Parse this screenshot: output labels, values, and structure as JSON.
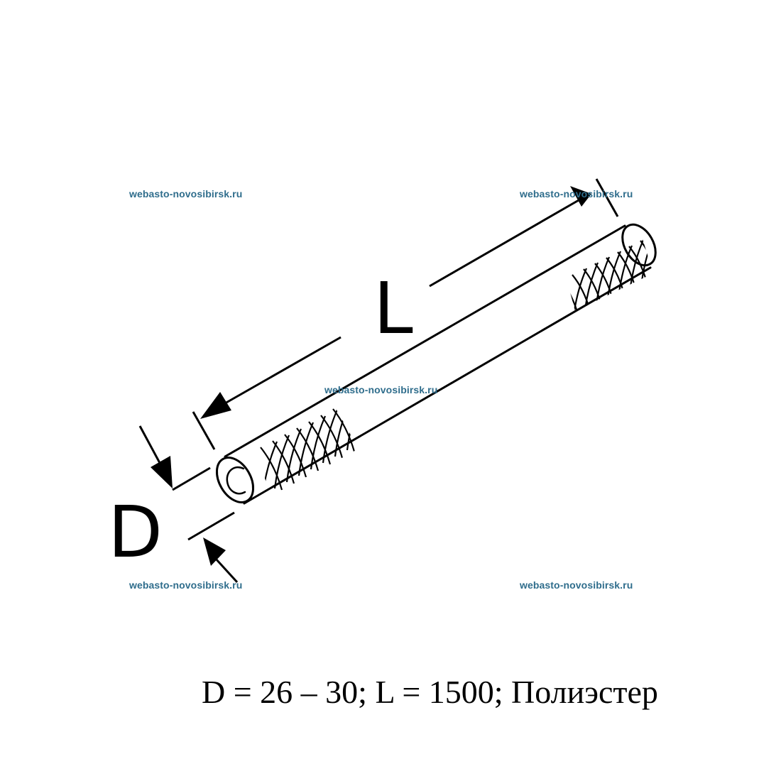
{
  "watermark": {
    "text": "webasto-novosibirsk.ru",
    "color": "#2f6d8c"
  },
  "labels": {
    "length": "L",
    "diameter": "D"
  },
  "caption": "D = 26 – 30; L = 1500; Полиэстер",
  "colors": {
    "line": "#000000",
    "background": "#ffffff"
  }
}
